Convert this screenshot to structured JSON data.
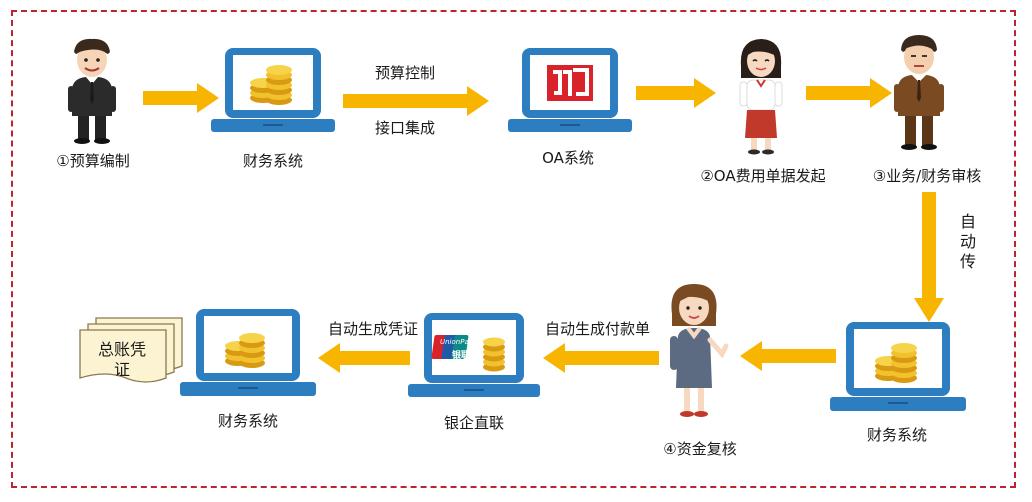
{
  "steps": {
    "budget": "①预算编制",
    "finance_top": "财务系统",
    "oa": "OA系统",
    "oa_request": "②OA费用单据发起",
    "review": "③业务/财务审核",
    "finance_right": "财务系统",
    "fund_check": "④资金复核",
    "bank": "银企直联",
    "finance_left": "财务系统"
  },
  "arrow_labels": {
    "budget_control": "预算控制",
    "interface": "接口集成",
    "auto_pass_1": "自",
    "auto_pass_2": "动",
    "auto_pass_3": "传",
    "auto_payment": "自动生成付款单",
    "auto_voucher": "自动生成凭证"
  },
  "ledger": {
    "line1": "总账凭",
    "line2": "证"
  },
  "unionpay": {
    "top": "UnionPay",
    "bottom": "银联"
  },
  "colors": {
    "arrow": "#f7b500",
    "laptop": "#2d7dc1",
    "frame": "#c0232e",
    "oa_logo": "#d8232a"
  }
}
